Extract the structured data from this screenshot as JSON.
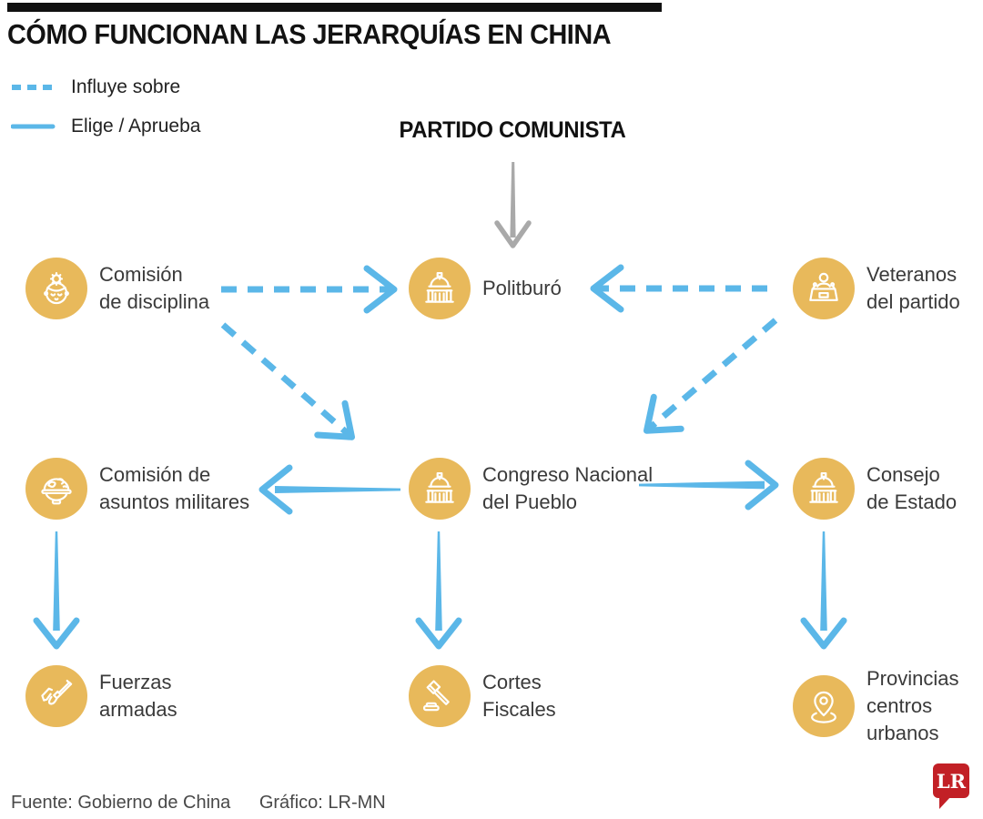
{
  "title": "CÓMO FUNCIONAN LAS JERARQUÍAS EN CHINA",
  "legend": {
    "influences": {
      "label": "Influye sobre",
      "style": "dashed"
    },
    "elects": {
      "label": "Elige / Aprueba",
      "style": "solid"
    }
  },
  "root": {
    "id": "partido-comunista",
    "label": "PARTIDO COMUNISTA"
  },
  "nodes": [
    {
      "id": "comision-disciplina",
      "lines": [
        "Comisión",
        "de disciplina"
      ],
      "icon": "mind-gear-icon"
    },
    {
      "id": "politburo",
      "lines": [
        "Politburó"
      ],
      "icon": "capitol-icon"
    },
    {
      "id": "veteranos-del-partido",
      "lines": [
        "Veteranos",
        "del partido"
      ],
      "icon": "podium-speaker-icon"
    },
    {
      "id": "comision-asuntos-militares",
      "lines": [
        "Comisión de",
        "asuntos militares"
      ],
      "icon": "helmet-icon"
    },
    {
      "id": "congreso-nacional",
      "lines": [
        "Congreso Nacional",
        "del Pueblo"
      ],
      "icon": "capitol-icon"
    },
    {
      "id": "consejo-de-estado",
      "lines": [
        "Consejo",
        "de Estado"
      ],
      "icon": "capitol-icon"
    },
    {
      "id": "fuerzas-armadas",
      "lines": [
        "Fuerzas",
        "armadas"
      ],
      "icon": "rifle-icon"
    },
    {
      "id": "cortes-fiscales",
      "lines": [
        "Cortes",
        "Fiscales"
      ],
      "icon": "gavel-icon"
    },
    {
      "id": "provincias-centros-urbanos",
      "lines": [
        "Provincias",
        "centros",
        "urbanos"
      ],
      "icon": "map-pin-icon"
    }
  ],
  "edges": [
    {
      "from": "partido-comunista",
      "to": "politburo",
      "relation": "jerarquia",
      "style": "solid-gray"
    },
    {
      "from": "comision-disciplina",
      "to": "politburo",
      "relation": "Influye sobre",
      "style": "dashed"
    },
    {
      "from": "veteranos-del-partido",
      "to": "politburo",
      "relation": "Influye sobre",
      "style": "dashed"
    },
    {
      "from": "comision-disciplina",
      "to": "congreso-nacional",
      "relation": "Influye sobre",
      "style": "dashed"
    },
    {
      "from": "veteranos-del-partido",
      "to": "congreso-nacional",
      "relation": "Influye sobre",
      "style": "dashed"
    },
    {
      "from": "congreso-nacional",
      "to": "comision-asuntos-militares",
      "relation": "Elige / Aprueba",
      "style": "solid"
    },
    {
      "from": "congreso-nacional",
      "to": "consejo-de-estado",
      "relation": "Elige / Aprueba",
      "style": "solid"
    },
    {
      "from": "comision-asuntos-militares",
      "to": "fuerzas-armadas",
      "relation": "Elige / Aprueba",
      "style": "solid"
    },
    {
      "from": "congreso-nacional",
      "to": "cortes-fiscales",
      "relation": "Elige / Aprueba",
      "style": "solid"
    },
    {
      "from": "consejo-de-estado",
      "to": "provincias-centros-urbanos",
      "relation": "Elige / Aprueba",
      "style": "solid"
    }
  ],
  "footer": {
    "source": "Fuente: Gobierno de China",
    "credit": "Gráfico: LR-MN",
    "logo_text": "LR"
  },
  "colors": {
    "accent_blue": "#5BB7E8",
    "gold": "#E8B95B",
    "arrow_gray": "#A9A9A9",
    "logo_red": "#C22026"
  }
}
